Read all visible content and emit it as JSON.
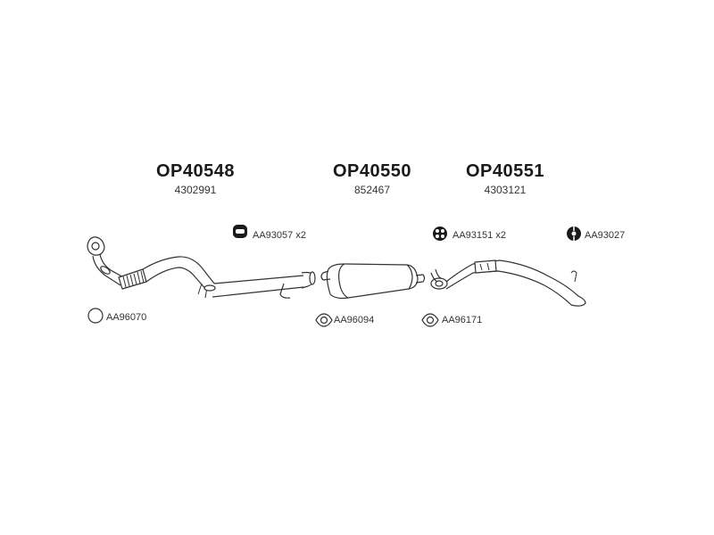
{
  "assemblies": [
    {
      "code": "OP40548",
      "oe_number": "4302991"
    },
    {
      "code": "OP40550",
      "oe_number": "852467"
    },
    {
      "code": "OP40551",
      "oe_number": "4303121"
    }
  ],
  "accessories": [
    {
      "code": "AA93057 x2",
      "icon": "rubber-hanger-icon"
    },
    {
      "code": "AA93151 x2",
      "icon": "rubber-mount-icon"
    },
    {
      "code": "AA93027",
      "icon": "rubber-mount-icon"
    },
    {
      "code": "AA96070",
      "icon": "sealing-ring-icon"
    },
    {
      "code": "AA96094",
      "icon": "flange-gasket-icon"
    },
    {
      "code": "AA96171",
      "icon": "flange-gasket-icon"
    }
  ],
  "colors": {
    "line": "#333333",
    "fill": "#ffffff",
    "dark": "#1a1a1a"
  }
}
